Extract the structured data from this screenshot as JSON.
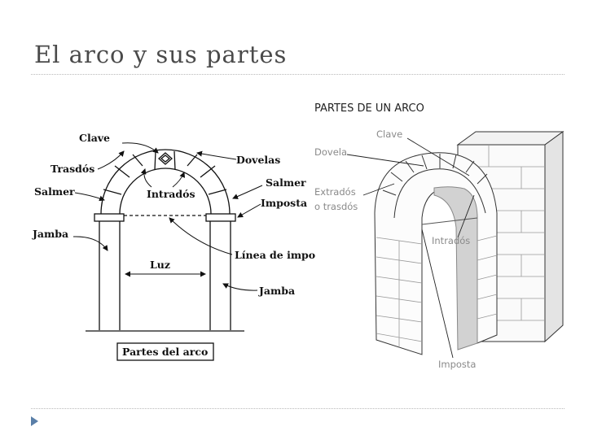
{
  "slide": {
    "title": "El arco y sus partes"
  },
  "left_diagram": {
    "labels": {
      "clave": "Clave",
      "trasdos": "Trasdós",
      "dovelas": "Dovelas",
      "salmer_left": "Salmer",
      "salmer_right": "Salmer",
      "intrados": "Intradós",
      "imposta": "Imposta",
      "jamba_left": "Jamba",
      "jamba_right": "Jamba",
      "linea": "Línea de impo",
      "luz": "Luz"
    },
    "caption": "Partes del arco"
  },
  "right_diagram": {
    "heading": "PARTES DE UN ARCO",
    "labels": {
      "clave": "Clave",
      "dovela": "Dovela",
      "extrados_1": "Extradós",
      "extrados_2": "o trasdós",
      "intrados": "Intradós",
      "imposta": "Imposta"
    }
  }
}
